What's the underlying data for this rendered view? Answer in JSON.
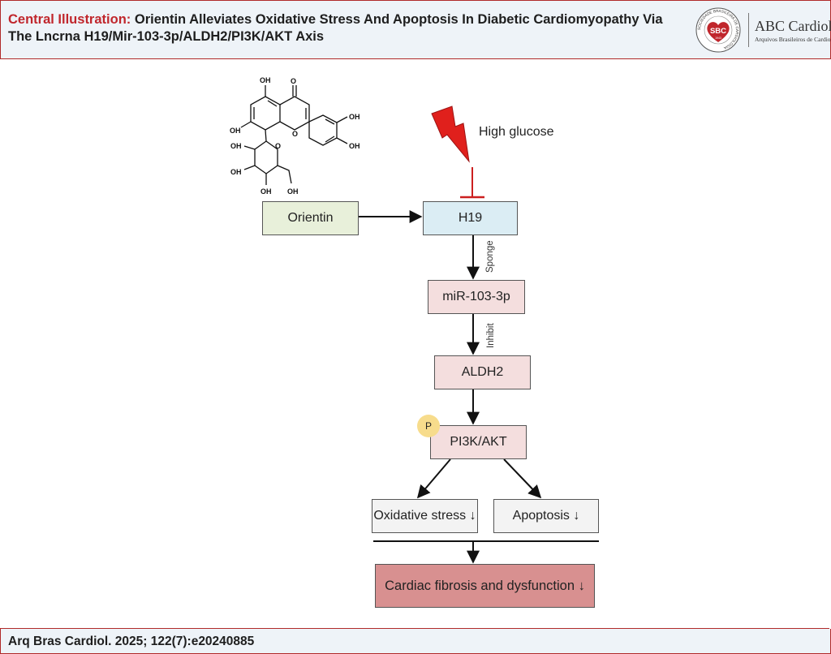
{
  "header": {
    "title_lead": "Central Illustration:",
    "title_text": "Orientin Alleviates Oxidative Stress And Apoptosis In Diabetic Cardiomyopathy Via The Lncrna H19/Mir-103-3p/ALDH2/PI3K/AKT Axis",
    "logo": {
      "seal_text": "SBC",
      "seal_ring_text": "SOCIEDADE BRASILEIRA DE CARDIOLOGIA",
      "seal_year": "1943",
      "journal_name": "ABC Cardiol",
      "journal_subtitle": "Arquivos Brasileiros de Cardiologia"
    }
  },
  "diagram": {
    "nodes": {
      "orientin": "Orientin",
      "h19": "H19",
      "mir": "miR-103-3p",
      "aldh2": "ALDH2",
      "pi3k": "PI3K/AKT",
      "oxidative": "Oxidative stress ↓",
      "apoptosis": "Apoptosis ↓",
      "cardiac": "Cardiac fibrosis and dysfunction ↓"
    },
    "high_glucose": "High glucose",
    "edge_labels": {
      "sponge": "Sponge",
      "inhibit": "Inhibit"
    },
    "phospho_badge": "P",
    "chem_labels": {
      "oh": "OH",
      "o": "O"
    }
  },
  "footer": {
    "citation": "Arq Bras Cardiol. 2025; 122(7):e20240885"
  },
  "colors": {
    "accent_red": "#c0262c",
    "header_bg": "#eef3f8",
    "orientin_box": "#e8f0da",
    "h19_box": "#dbedf4",
    "pink_box": "#f4dede",
    "outcome_box": "#f3f3f3",
    "cardiac_box": "#d89090",
    "phospho": "#f7dc8c",
    "lightning": "#e0201c"
  },
  "icons": {
    "lightning": "lightning-bolt-icon",
    "inhibition": "t-bar-inhibition-icon"
  }
}
